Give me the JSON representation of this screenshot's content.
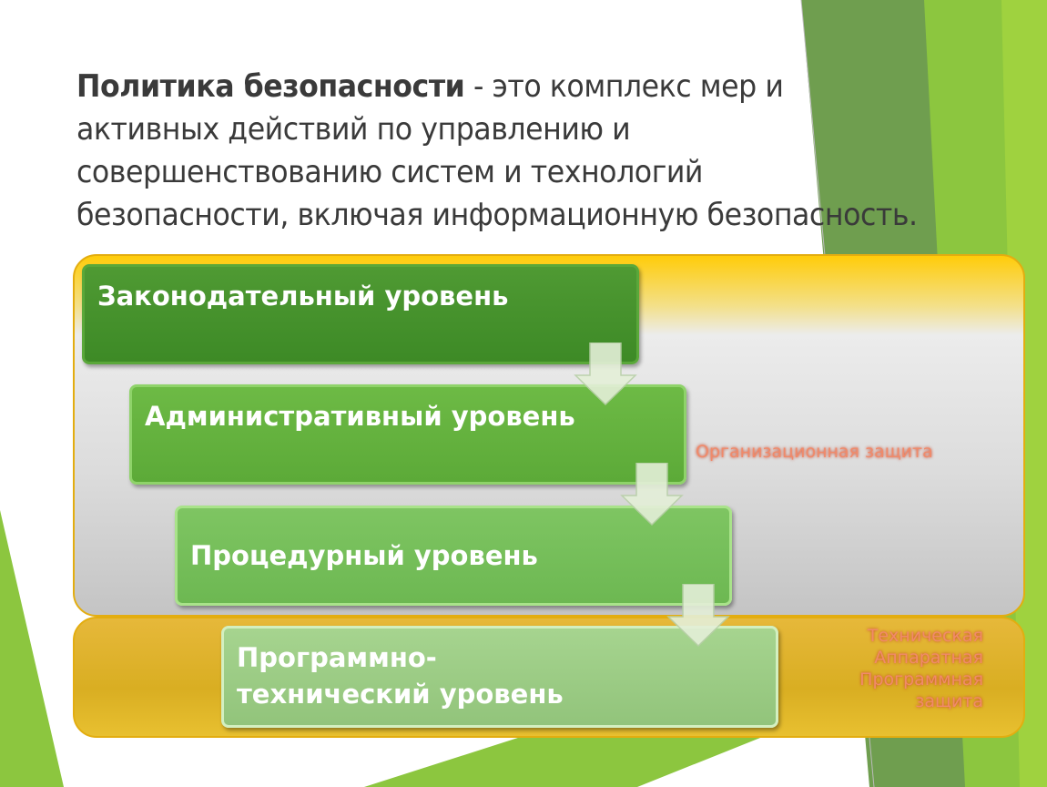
{
  "title": {
    "bold": "Политика безопасности",
    "rest": " - это комплекс мер и активных действий по управлению и совершенствованию систем и технологий безопасности, включая информационную безопасность."
  },
  "levels": [
    {
      "label": "Законодательный уровень"
    },
    {
      "label": "Административный уровень"
    },
    {
      "label": "Процедурный уровень"
    },
    {
      "label": "Программно-технический уровень"
    }
  ],
  "groups": {
    "organizational": "Организационная защита",
    "technical": [
      "Техническая",
      "Аппаратная",
      "Программная",
      "защита"
    ]
  },
  "colors": {
    "accent": "#8cc63f",
    "band_top": "#ffcc0a",
    "band_bottom": "#d9ae22",
    "side_text": "#f08a6a"
  }
}
